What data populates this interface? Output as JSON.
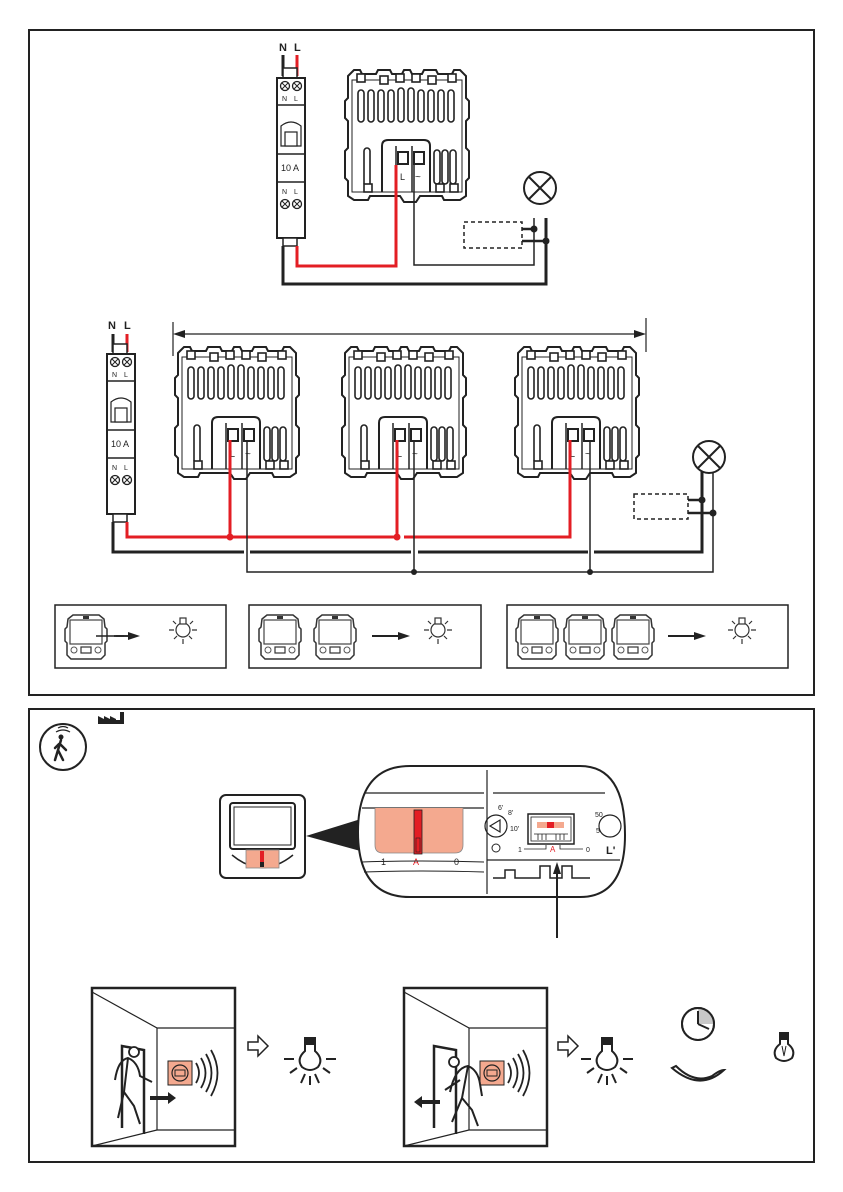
{
  "colors": {
    "line": "#222222",
    "phase": "#e31e24",
    "salmon": "#f4a98f",
    "gray_fill": "#c8c8c8"
  },
  "top_panel": {
    "diagram_single": {
      "breaker": {
        "terminal_top": [
          "N",
          "L"
        ],
        "rating": "10 A",
        "terminal_bottom": [
          "N",
          "L"
        ]
      },
      "supply_labels": [
        "N",
        "L"
      ],
      "switch_terminals": [
        "L",
        "~"
      ],
      "lamp": "lamp-symbol",
      "optional_load": "dashed-box"
    },
    "diagram_multi": {
      "breaker": {
        "terminal_top": [
          "N",
          "L"
        ],
        "rating": "10 A",
        "terminal_bottom": [
          "N",
          "L"
        ]
      },
      "supply_labels": [
        "N",
        "L"
      ],
      "detector_count": 3,
      "switch_terminals": [
        "L",
        "~"
      ],
      "lamp": "lamp-symbol",
      "optional_load": "dashed-box"
    },
    "config_examples": [
      {
        "detectors": 1,
        "result_icon": "light-on-icon"
      },
      {
        "detectors": 2,
        "result_icon": "light-on-icon"
      },
      {
        "detectors": 3,
        "result_icon": "light-on-icon"
      }
    ]
  },
  "bottom_panel": {
    "mode_icons": [
      "presence-detector-icon",
      "factory-icon"
    ],
    "selector": {
      "positions": [
        "1",
        "A",
        "0"
      ],
      "selected": "A",
      "timer_labels": [
        "6'",
        "8'",
        "10'"
      ],
      "lux_labels": [
        "50",
        "5"
      ],
      "lux_symbol": "L'"
    },
    "scenes": [
      {
        "name": "enter",
        "arrow": "right",
        "result": "light-on-icon"
      },
      {
        "name": "leave",
        "arrow": "left",
        "result": "light-on-icon",
        "then": [
          "clock-icon",
          "delay-arc-icon",
          "light-off-icon"
        ]
      }
    ]
  }
}
